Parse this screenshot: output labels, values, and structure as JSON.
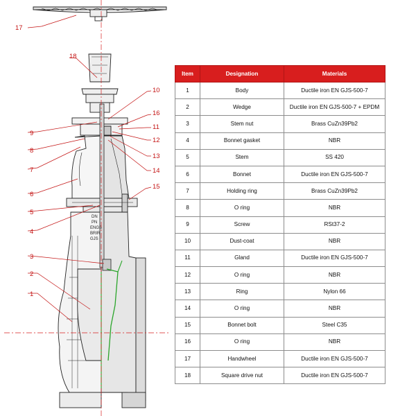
{
  "table": {
    "headers": {
      "item": "Item",
      "designation": "Designation",
      "materials": "Materials"
    },
    "rows": [
      {
        "item": "1",
        "designation": "Body",
        "material": "Ductile iron EN GJS-500-7"
      },
      {
        "item": "2",
        "designation": "Wedge",
        "material": "Ductile iron EN GJS-500-7 + EPDM"
      },
      {
        "item": "3",
        "designation": "Stem nut",
        "material": "Brass CuZn39Pb2"
      },
      {
        "item": "4",
        "designation": "Bonnet gasket",
        "material": "NBR"
      },
      {
        "item": "5",
        "designation": "Stem",
        "material": "SS 420"
      },
      {
        "item": "6",
        "designation": "Bonnet",
        "material": "Ductile iron EN GJS-500-7"
      },
      {
        "item": "7",
        "designation": "Holding ring",
        "material": "Brass CuZn39Pb2"
      },
      {
        "item": "8",
        "designation": "O ring",
        "material": "NBR"
      },
      {
        "item": "9",
        "designation": "Screw",
        "material": "RSt37-2"
      },
      {
        "item": "10",
        "designation": "Dust-coat",
        "material": "NBR"
      },
      {
        "item": "11",
        "designation": "Gland",
        "material": "Ductile iron EN GJS-500-7"
      },
      {
        "item": "12",
        "designation": "O ring",
        "material": "NBR"
      },
      {
        "item": "13",
        "designation": "Ring",
        "material": "Nylon 66"
      },
      {
        "item": "14",
        "designation": "O ring",
        "material": "NBR"
      },
      {
        "item": "15",
        "designation": "Bonnet bolt",
        "material": "Steel C35"
      },
      {
        "item": "16",
        "designation": "O ring",
        "material": "NBR"
      },
      {
        "item": "17",
        "designation": "Handwheel",
        "material": "Ductile iron EN GJS-500-7"
      },
      {
        "item": "18",
        "designation": "Square drive nut",
        "material": "Ductile iron EN GJS-500-7"
      }
    ]
  },
  "drawing": {
    "callouts": [
      "17",
      "18",
      "10",
      "16",
      "11",
      "12",
      "13",
      "14",
      "15",
      "9",
      "8",
      "7",
      "6",
      "5",
      "4",
      "3",
      "2",
      "1"
    ],
    "body_marking": [
      "DN",
      "PN",
      "ENGS",
      "BRIR",
      "GJS"
    ],
    "colors": {
      "accent": "#d81e1e",
      "callout": "#c41414",
      "seal_line": "#2aa52a",
      "line": "#222222"
    }
  }
}
